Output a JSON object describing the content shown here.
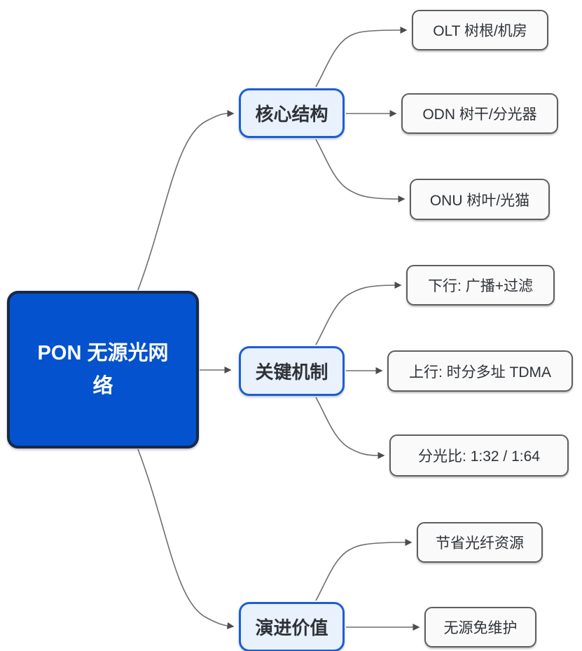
{
  "mindmap": {
    "title": "PON mind map",
    "root": {
      "label": "PON 无源光网络"
    },
    "branches": [
      {
        "label": "核心结构",
        "leaves": [
          {
            "label": "OLT 树根/机房"
          },
          {
            "label": "ODN 树干/分光器"
          },
          {
            "label": "ONU 树叶/光猫"
          }
        ]
      },
      {
        "label": "关键机制",
        "leaves": [
          {
            "label": "下行: 广播+过滤"
          },
          {
            "label": "上行: 时分多址 TDMA"
          },
          {
            "label": "分光比: 1:32 / 1:64"
          }
        ]
      },
      {
        "label": "演进价值",
        "leaves": [
          {
            "label": "节省光纤资源"
          },
          {
            "label": "无源免维护"
          }
        ]
      }
    ],
    "colors": {
      "background": "#ffffff",
      "root_fill": "#0452cd",
      "root_border": "#17294a",
      "root_text": "#ffffff",
      "branch_fill": "#e9f1fc",
      "branch_border": "#1b5fd3",
      "leaf_fill": "#fafafa",
      "leaf_border": "#5c5f63",
      "node_text": "#2f3338",
      "connector_line": "#6e6e6e",
      "arrowhead": "#4d4d4d"
    }
  }
}
